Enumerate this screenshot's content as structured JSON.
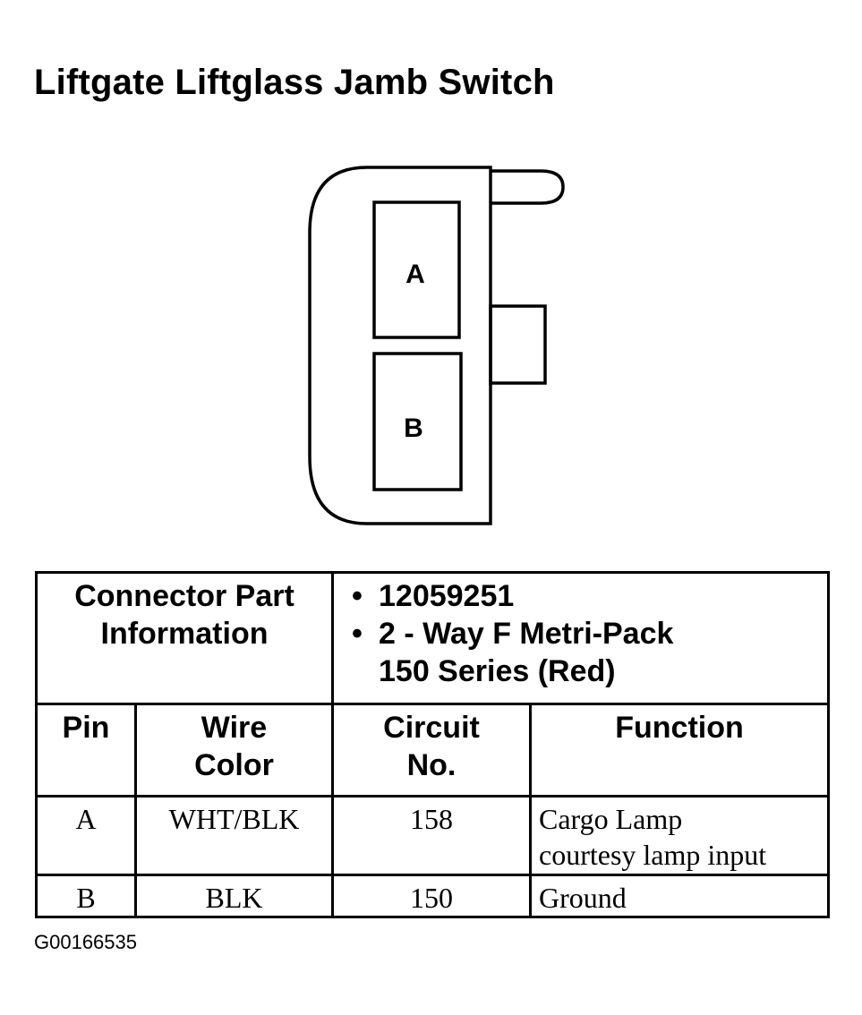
{
  "title": "Liftgate Liftglass Jamb Switch",
  "connector": {
    "cavities": [
      {
        "pin": "A"
      },
      {
        "pin": "B"
      }
    ]
  },
  "part_info": {
    "label": "Connector Part Information",
    "lines": [
      "12059251",
      "2 - Way F Metri-Pack",
      "150 Series (Red)"
    ]
  },
  "table": {
    "headers": {
      "pin": "Pin",
      "wire_color_1": "Wire",
      "wire_color_2": "Color",
      "circuit_1": "Circuit",
      "circuit_2": "No.",
      "function": "Function"
    },
    "rows": [
      {
        "pin": "A",
        "wire_color": "WHT/BLK",
        "circuit": "158",
        "function_1": "Cargo Lamp",
        "function_2": "courtesy lamp input"
      },
      {
        "pin": "B",
        "wire_color": "BLK",
        "circuit": "150",
        "function_1": "Ground",
        "function_2": ""
      }
    ]
  },
  "figure_code": "G00166535"
}
